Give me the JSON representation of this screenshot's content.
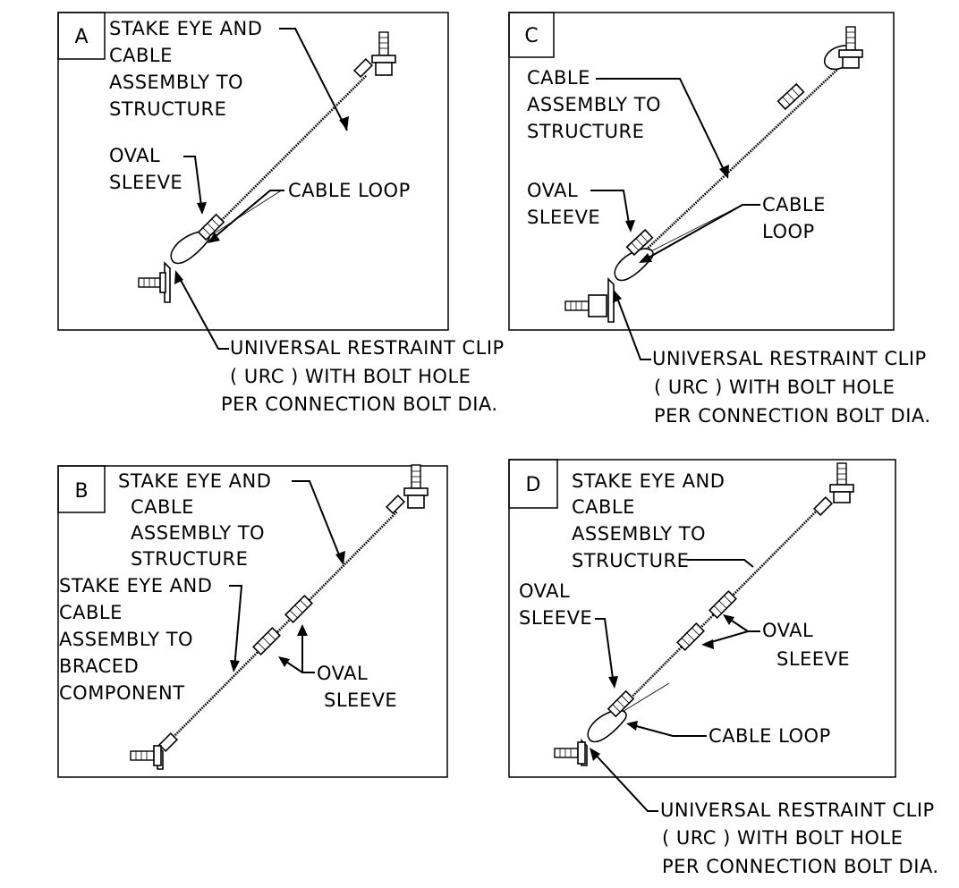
{
  "panels": [
    {
      "tag": "A",
      "labels": {
        "structure": [
          "STAKE EYE AND",
          "CABLE",
          "ASSEMBLY TO",
          "STRUCTURE"
        ],
        "oval_sleeve": [
          "OVAL",
          "SLEEVE"
        ],
        "cable_loop": [
          "CABLE LOOP"
        ],
        "urc": [
          "UNIVERSAL RESTRAINT CLIP",
          "( URC ) WITH BOLT HOLE",
          "PER CONNECTION BOLT DIA."
        ]
      }
    },
    {
      "tag": "C",
      "labels": {
        "structure": [
          "CABLE",
          "ASSEMBLY TO",
          "STRUCTURE"
        ],
        "oval_sleeve": [
          "OVAL",
          "SLEEVE"
        ],
        "cable_loop": [
          "CABLE",
          "LOOP"
        ],
        "urc": [
          "UNIVERSAL RESTRAINT CLIP",
          "( URC ) WITH BOLT HOLE",
          "PER CONNECTION BOLT DIA."
        ]
      }
    },
    {
      "tag": "B",
      "labels": {
        "structure": [
          "STAKE EYE AND",
          "CABLE",
          "ASSEMBLY TO",
          "STRUCTURE"
        ],
        "braced": [
          "STAKE EYE AND",
          "CABLE",
          "ASSEMBLY TO",
          "BRACED",
          "COMPONENT"
        ],
        "oval_sleeve": [
          "OVAL",
          "SLEEVE"
        ]
      }
    },
    {
      "tag": "D",
      "labels": {
        "structure": [
          "STAKE EYE AND",
          "CABLE",
          "ASSEMBLY TO",
          "STRUCTURE"
        ],
        "oval_sleeve_left": [
          "OVAL",
          "SLEEVE"
        ],
        "oval_sleeve_right": [
          "OVAL",
          "SLEEVE"
        ],
        "cable_loop": [
          "CABLE LOOP"
        ],
        "urc": [
          "UNIVERSAL RESTRAINT CLIP",
          "( URC ) WITH BOLT HOLE",
          "PER CONNECTION BOLT DIA."
        ]
      }
    }
  ]
}
